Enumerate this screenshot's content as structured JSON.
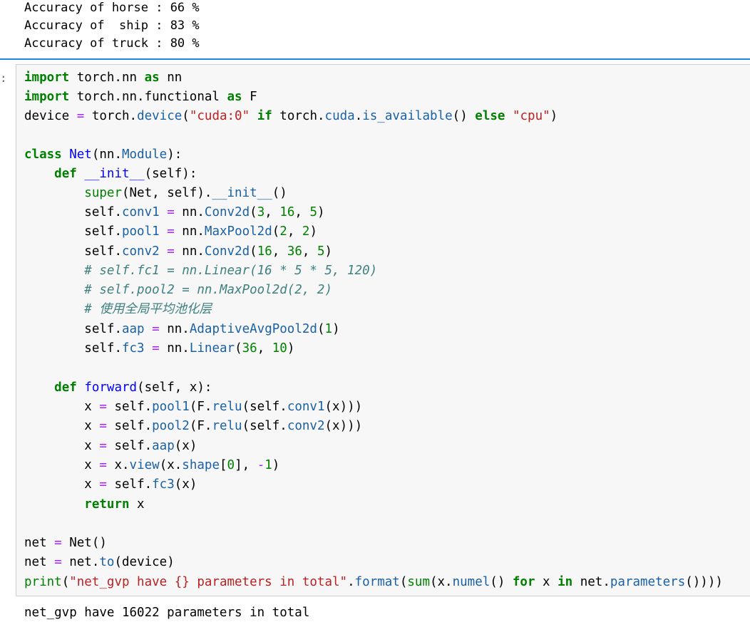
{
  "output_top": [
    "Accuracy of horse : 66 %",
    "Accuracy of  ship : 83 %",
    "Accuracy of truck : 80 %"
  ],
  "prompt": ":",
  "code": {
    "l1": {
      "k1": "import",
      "t1": " torch.nn ",
      "k2": "as",
      "t2": " nn"
    },
    "l2": {
      "k1": "import",
      "t1": " torch.nn.functional ",
      "k2": "as",
      "t2": " F"
    },
    "l3": {
      "t1": "device ",
      "op1": "=",
      "t2": " torch.",
      "a1": "device",
      "t3": "(",
      "s1": "\"cuda:0\"",
      "t4": " ",
      "k1": "if",
      "t5": " torch.",
      "a2": "cuda",
      "t6": ".",
      "a3": "is_available",
      "t7": "() ",
      "k2": "else",
      "t8": " ",
      "s2": "\"cpu\"",
      "t9": ")"
    },
    "l5": {
      "k1": "class",
      "t1": " ",
      "c1": "Net",
      "t2": "(nn.",
      "a1": "Module",
      "t3": "):"
    },
    "l6": {
      "ind": "    ",
      "k1": "def",
      "t1": " ",
      "f1": "__init__",
      "t2": "(self):"
    },
    "l7": {
      "ind": "        ",
      "b1": "super",
      "t1": "(Net, self).",
      "a1": "__init__",
      "t2": "()"
    },
    "l8": {
      "ind": "        ",
      "t1": "self.",
      "a1": "conv1",
      "t2": " ",
      "op1": "=",
      "t3": " nn.",
      "a2": "Conv2d",
      "t4": "(",
      "n1": "3",
      "t5": ", ",
      "n2": "16",
      "t6": ", ",
      "n3": "5",
      "t7": ")"
    },
    "l9": {
      "ind": "        ",
      "t1": "self.",
      "a1": "pool1",
      "t2": " ",
      "op1": "=",
      "t3": " nn.",
      "a2": "MaxPool2d",
      "t4": "(",
      "n1": "2",
      "t5": ", ",
      "n2": "2",
      "t6": ")"
    },
    "l10": {
      "ind": "        ",
      "t1": "self.",
      "a1": "conv2",
      "t2": " ",
      "op1": "=",
      "t3": " nn.",
      "a2": "Conv2d",
      "t4": "(",
      "n1": "16",
      "t5": ", ",
      "n2": "36",
      "t6": ", ",
      "n3": "5",
      "t7": ")"
    },
    "l11": {
      "ind": "        ",
      "c": "# self.fc1 = nn.Linear(16 * 5 * 5, 120)"
    },
    "l12": {
      "ind": "        ",
      "c": "# self.pool2 = nn.MaxPool2d(2, 2)"
    },
    "l13": {
      "ind": "        ",
      "c": "# 使用全局平均池化层"
    },
    "l14": {
      "ind": "        ",
      "t1": "self.",
      "a1": "aap",
      "t2": " ",
      "op1": "=",
      "t3": " nn.",
      "a2": "AdaptiveAvgPool2d",
      "t4": "(",
      "n1": "1",
      "t5": ")"
    },
    "l15": {
      "ind": "        ",
      "t1": "self.",
      "a1": "fc3",
      "t2": " ",
      "op1": "=",
      "t3": " nn.",
      "a2": "Linear",
      "t4": "(",
      "n1": "36",
      "t5": ", ",
      "n2": "10",
      "t6": ")"
    },
    "l17": {
      "ind": "    ",
      "k1": "def",
      "t1": " ",
      "f1": "forward",
      "t2": "(self, x):"
    },
    "l18": {
      "ind": "        ",
      "t1": "x ",
      "op1": "=",
      "t2": " self.",
      "a1": "pool1",
      "t3": "(F.",
      "a2": "relu",
      "t4": "(self.",
      "a3": "conv1",
      "t5": "(x)))"
    },
    "l19": {
      "ind": "        ",
      "t1": "x ",
      "op1": "=",
      "t2": " self.",
      "a1": "pool2",
      "t3": "(F.",
      "a2": "relu",
      "t4": "(self.",
      "a3": "conv2",
      "t5": "(x)))"
    },
    "l20": {
      "ind": "        ",
      "t1": "x ",
      "op1": "=",
      "t2": " self.",
      "a1": "aap",
      "t3": "(x)"
    },
    "l21": {
      "ind": "        ",
      "t1": "x ",
      "op1": "=",
      "t2": " x.",
      "a1": "view",
      "t3": "(x.",
      "a2": "shape",
      "t4": "[",
      "n1": "0",
      "t5": "], ",
      "op2": "-",
      "n2": "1",
      "t6": ")"
    },
    "l22": {
      "ind": "        ",
      "t1": "x ",
      "op1": "=",
      "t2": " self.",
      "a1": "fc3",
      "t3": "(x)"
    },
    "l23": {
      "ind": "        ",
      "k1": "return",
      "t1": " x"
    },
    "l25": {
      "t1": "net ",
      "op1": "=",
      "t2": " Net()"
    },
    "l26": {
      "t1": "net ",
      "op1": "=",
      "t2": " net.",
      "a1": "to",
      "t3": "(device)"
    },
    "l27": {
      "b1": "print",
      "t1": "(",
      "s1": "\"net_gvp have {} parameters in total\"",
      "t2": ".",
      "a1": "format",
      "t3": "(",
      "b2": "sum",
      "t4": "(x.",
      "a2": "numel",
      "t5": "() ",
      "k1": "for",
      "t6": " x ",
      "k2": "in",
      "t7": " net.",
      "a3": "parameters",
      "t8": "())))"
    }
  },
  "output_bottom": "net_gvp have 16022 parameters in total"
}
